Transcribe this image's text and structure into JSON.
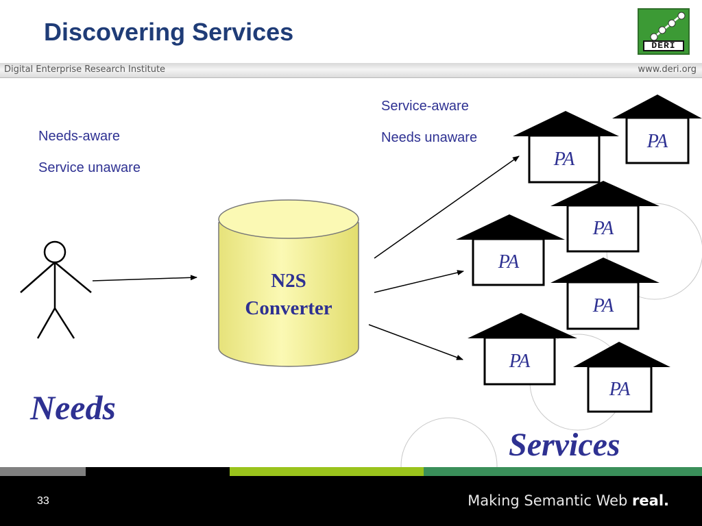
{
  "slide": {
    "title": "Discovering Services",
    "header_left": "Digital Enterprise Research Institute",
    "header_right": "www.deri.org",
    "logo_text": "DERI"
  },
  "diagram": {
    "left_labels": [
      "Needs-aware",
      "Service unaware"
    ],
    "right_labels": [
      "Service-aware",
      "Needs unaware"
    ],
    "converter_lines": [
      "N2S",
      "Converter"
    ],
    "house_label": "PA",
    "needs_label": "Needs",
    "services_label": "Services"
  },
  "footer": {
    "page_number": "33",
    "tagline_regular": "Making Semantic Web ",
    "tagline_bold": "real."
  },
  "colors": {
    "title": "#1f3c77",
    "text_blue": "#2e3192",
    "cylinder_fill": "#f7f49a",
    "footer_bg": "#000000",
    "stripe_gray": "#808080",
    "stripe_green_light": "#9ac31c",
    "stripe_green_dark": "#3a8f5a"
  }
}
